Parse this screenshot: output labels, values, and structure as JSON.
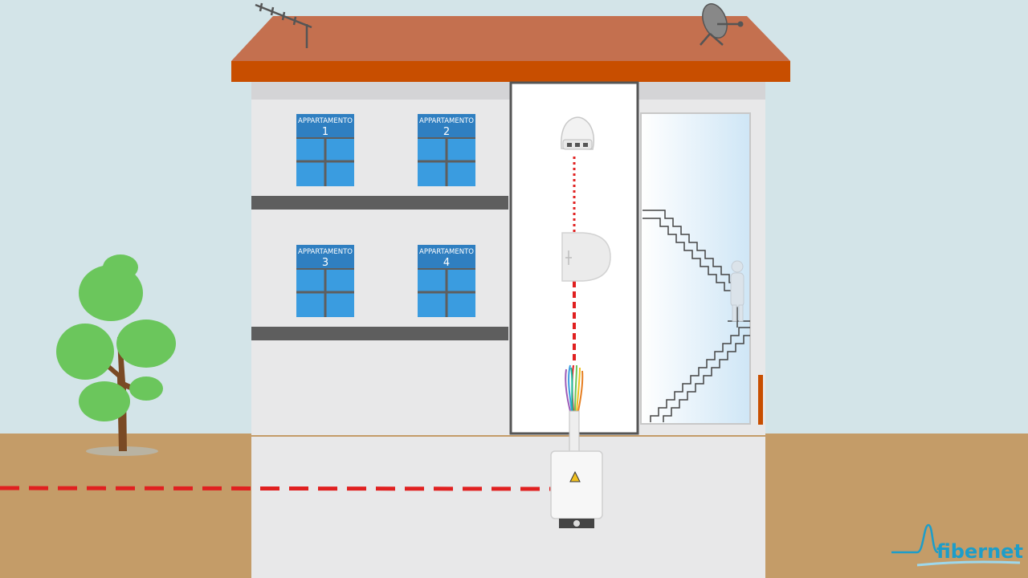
{
  "windows": [
    {
      "label": "APPARTAMENTO",
      "number": "1"
    },
    {
      "label": "APPARTAMENTO",
      "number": "2"
    },
    {
      "label": "APPARTAMENTO",
      "number": "3"
    },
    {
      "label": "APPARTAMENTO",
      "number": "4"
    }
  ],
  "brand": {
    "name": "fibernet"
  },
  "colors": {
    "sky": "#d3e4e8",
    "ground": "#c49c68",
    "roof": "#c4704f",
    "roof_edge": "#c84e00",
    "wall": "#e8e8e9",
    "window": "#3a9ce0",
    "window_band": "#2f7fc1",
    "fiber": "#e02020",
    "tree": "#6bc65c",
    "trunk": "#7a4a24",
    "logo": "#1d9dc9"
  },
  "icons": {
    "antenna": "tv-antenna-icon",
    "dish": "satellite-dish-icon",
    "terminal": "optical-terminal-icon",
    "splitter": "splitter-box-icon",
    "junction": "junction-box-icon",
    "warning": "warning-triangle-icon"
  }
}
